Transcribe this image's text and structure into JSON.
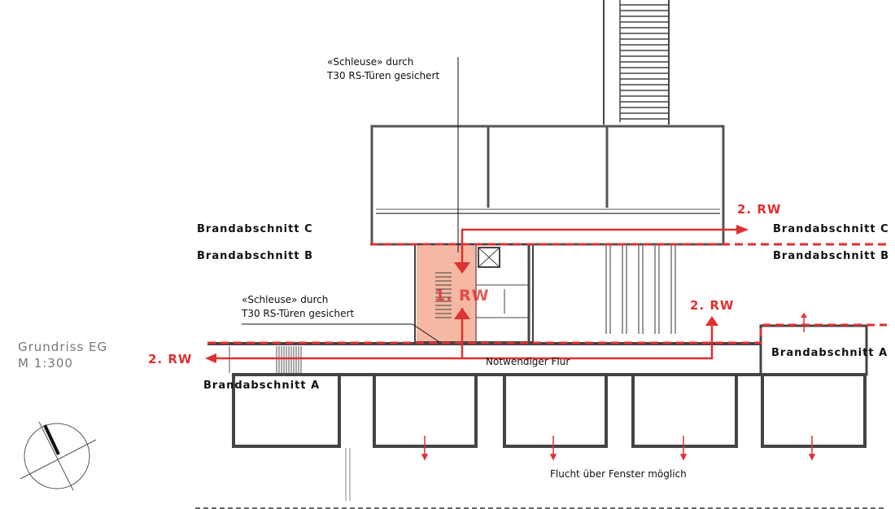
{
  "title": {
    "line1": "Grundriss EG",
    "line2": "M 1:300"
  },
  "sections": {
    "c_left": "Brandabschnitt C",
    "b_left": "Brandabschnitt B",
    "c_right": "Brandabschnitt C",
    "b_right": "Brandabschnitt B",
    "a_left": "Brandabschnitt A",
    "a_right": "Brandabschnitt A"
  },
  "notes": {
    "schleuse_top_1": "«Schleuse» durch",
    "schleuse_top_2": "T30 RS-Türen gesichert",
    "schleuse_mid_1": "«Schleuse» durch",
    "schleuse_mid_2": "T30 RS-Türen gesichert",
    "flur": "Notwendiger Flur",
    "fenster": "Flucht über Fenster möglich"
  },
  "routes": {
    "first": "1. RW",
    "second_top": "2. RW",
    "second_mid": "2. RW",
    "second_left": "2. RW"
  },
  "colors": {
    "route": "#e03030",
    "stair_fill": "#f5b8a4",
    "wall": "#444444"
  }
}
